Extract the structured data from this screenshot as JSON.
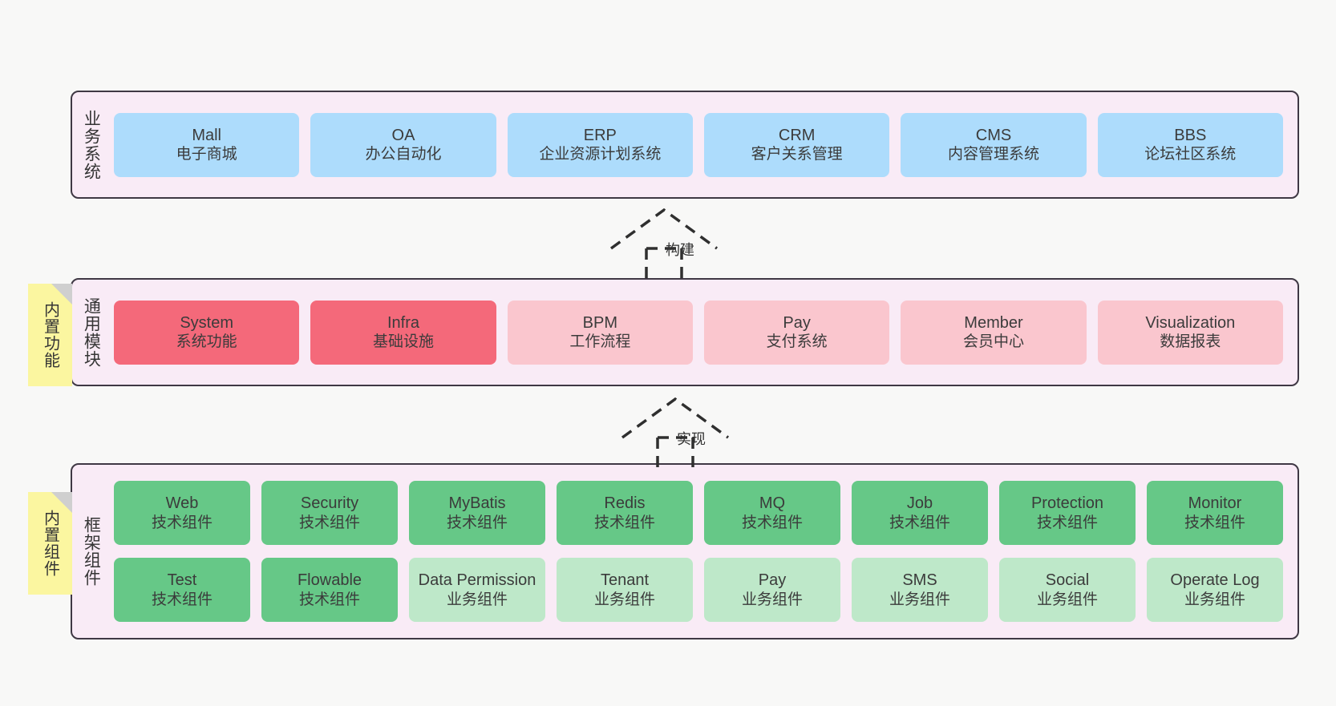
{
  "diagram": {
    "background_color": "#f8f8f7",
    "layer_bg_color": "#f9ebf6",
    "layer_border_color": "#3f3844",
    "sticky_color": "#fbf6a0"
  },
  "layers": [
    {
      "id": "business-systems",
      "label": "业务系统",
      "sticky": null,
      "rows": [
        {
          "cards": [
            {
              "title": "Mall",
              "subtitle": "电子商城",
              "color": "#addcfc",
              "style": "c-blue"
            },
            {
              "title": "OA",
              "subtitle": "办公自动化",
              "color": "#addcfc",
              "style": "c-blue"
            },
            {
              "title": "ERP",
              "subtitle": "企业资源计划系统",
              "color": "#addcfc",
              "style": "c-blue"
            },
            {
              "title": "CRM",
              "subtitle": "客户关系管理",
              "color": "#addcfc",
              "style": "c-blue"
            },
            {
              "title": "CMS",
              "subtitle": "内容管理系统",
              "color": "#addcfc",
              "style": "c-blue"
            },
            {
              "title": "BBS",
              "subtitle": "论坛社区系统",
              "color": "#addcfc",
              "style": "c-blue"
            }
          ]
        }
      ]
    },
    {
      "id": "common-modules",
      "label": "通用模块",
      "sticky": "内置功能",
      "rows": [
        {
          "cards": [
            {
              "title": "System",
              "subtitle": "系统功能",
              "color": "#f4697a",
              "style": "c-red"
            },
            {
              "title": "Infra",
              "subtitle": "基础设施",
              "color": "#f4697a",
              "style": "c-red"
            },
            {
              "title": "BPM",
              "subtitle": "工作流程",
              "color": "#fac6ce",
              "style": "c-pink"
            },
            {
              "title": "Pay",
              "subtitle": "支付系统",
              "color": "#fac6ce",
              "style": "c-pink"
            },
            {
              "title": "Member",
              "subtitle": "会员中心",
              "color": "#fac6ce",
              "style": "c-pink"
            },
            {
              "title": "Visualization",
              "subtitle": "数据报表",
              "color": "#fac6ce",
              "style": "c-pink"
            }
          ]
        }
      ]
    },
    {
      "id": "framework-components",
      "label": "框架组件",
      "sticky": "内置组件",
      "rows": [
        {
          "cards": [
            {
              "title": "Web",
              "subtitle": "技术组件",
              "color": "#66c887",
              "style": "c-green"
            },
            {
              "title": "Security",
              "subtitle": "技术组件",
              "color": "#66c887",
              "style": "c-green"
            },
            {
              "title": "MyBatis",
              "subtitle": "技术组件",
              "color": "#66c887",
              "style": "c-green"
            },
            {
              "title": "Redis",
              "subtitle": "技术组件",
              "color": "#66c887",
              "style": "c-green"
            },
            {
              "title": "MQ",
              "subtitle": "技术组件",
              "color": "#66c887",
              "style": "c-green"
            },
            {
              "title": "Job",
              "subtitle": "技术组件",
              "color": "#66c887",
              "style": "c-green"
            },
            {
              "title": "Protection",
              "subtitle": "技术组件",
              "color": "#66c887",
              "style": "c-green"
            },
            {
              "title": "Monitor",
              "subtitle": "技术组件",
              "color": "#66c887",
              "style": "c-green"
            }
          ]
        },
        {
          "cards": [
            {
              "title": "Test",
              "subtitle": "技术组件",
              "color": "#66c887",
              "style": "c-green"
            },
            {
              "title": "Flowable",
              "subtitle": "技术组件",
              "color": "#66c887",
              "style": "c-green"
            },
            {
              "title": "Data Permission",
              "subtitle": "业务组件",
              "color": "#bee8c9",
              "style": "c-lightgreen"
            },
            {
              "title": "Tenant",
              "subtitle": "业务组件",
              "color": "#bee8c9",
              "style": "c-lightgreen"
            },
            {
              "title": "Pay",
              "subtitle": "业务组件",
              "color": "#bee8c9",
              "style": "c-lightgreen"
            },
            {
              "title": "SMS",
              "subtitle": "业务组件",
              "color": "#bee8c9",
              "style": "c-lightgreen"
            },
            {
              "title": "Social",
              "subtitle": "业务组件",
              "color": "#bee8c9",
              "style": "c-lightgreen"
            },
            {
              "title": "Operate Log",
              "subtitle": "业务组件",
              "color": "#bee8c9",
              "style": "c-lightgreen"
            }
          ]
        }
      ]
    }
  ],
  "connectors": [
    {
      "id": "build-arrow",
      "label": "构建",
      "direction": "up",
      "from": "common-modules",
      "to": "business-systems"
    },
    {
      "id": "implement-arrow",
      "label": "实现",
      "direction": "up",
      "from": "framework-components",
      "to": "common-modules"
    }
  ]
}
